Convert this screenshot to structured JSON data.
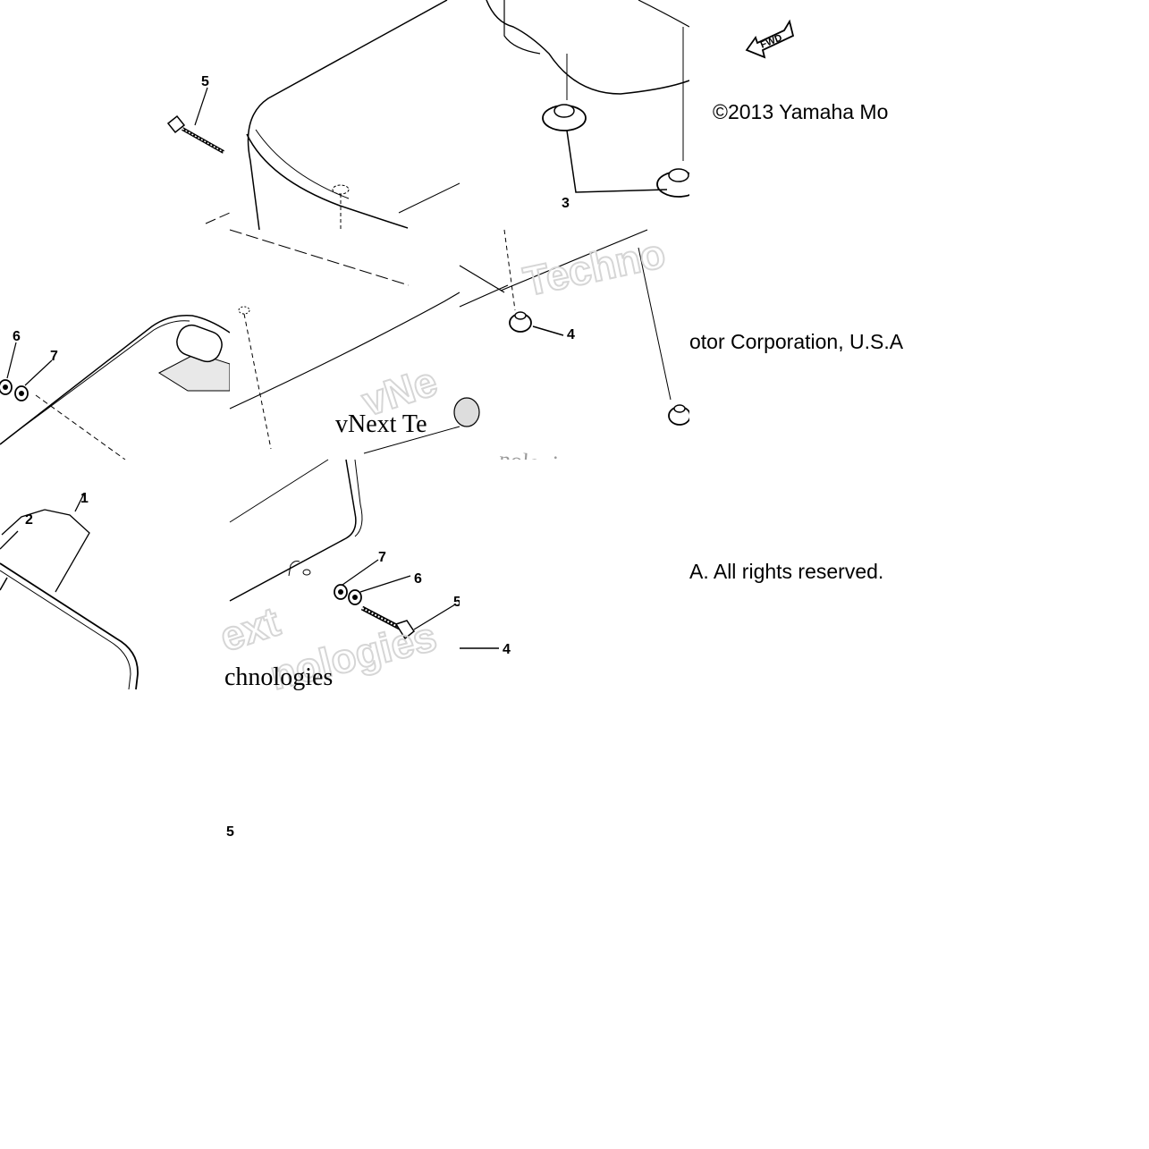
{
  "diagram": {
    "copyright": {
      "segment_a": "©2013 Yamaha Mo",
      "segment_b": "otor Corporation, U.S.A",
      "segment_c": "A. All rights reserved."
    },
    "fwd_badge": "FWD",
    "callouts": {
      "c1": "1",
      "c2": "2",
      "c3": "3",
      "c4a": "4",
      "c4b": "4",
      "c5a": "5",
      "c5b": "5",
      "c6a": "6",
      "c6b": "6",
      "c7a": "7",
      "c7b": "7",
      "c5c": "5"
    },
    "watermarks": {
      "w1": "vNext Te",
      "w2": "Techno",
      "w3": "vNe",
      "w4": "nologies",
      "w5": "ext",
      "w6": "nologies",
      "w7": "chnologies"
    }
  }
}
